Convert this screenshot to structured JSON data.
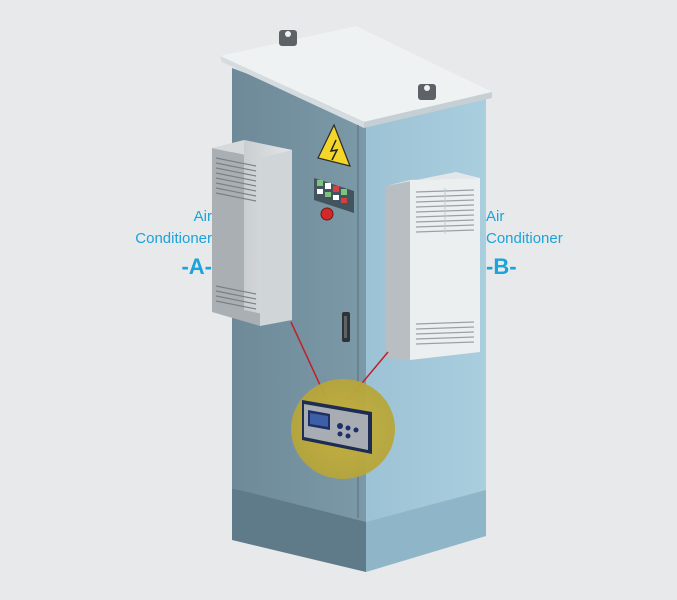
{
  "colors": {
    "background": "#e7e9ea",
    "cabinet_front": "#6f8d9d",
    "cabinet_side": "#9dc3d6",
    "cabinet_top": "#eef2f3",
    "label_blue": "#1aa3dc",
    "connector_red": "#c0202a",
    "controller_highlight": "#b9a83a"
  },
  "label_a": {
    "line1": "Air",
    "line2": "Conditioner",
    "tag": "-A-"
  },
  "label_b": {
    "line1": "Air",
    "line2": "Conditioner",
    "tag": "-B-"
  },
  "icons": [
    "warning-lightning-icon",
    "air-conditioner-a",
    "air-conditioner-b",
    "controller-panel"
  ]
}
